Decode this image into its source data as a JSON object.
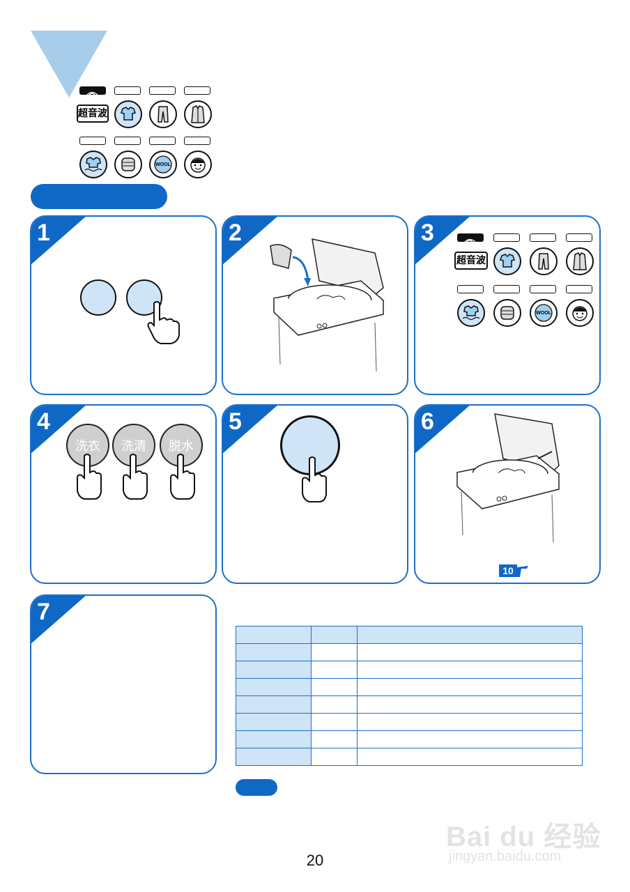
{
  "panels": [
    {
      "number": "1"
    },
    {
      "number": "2"
    },
    {
      "number": "3"
    },
    {
      "number": "4"
    },
    {
      "number": "5"
    },
    {
      "number": "6"
    },
    {
      "number": "7"
    }
  ],
  "top_panel": {
    "ultrasonic_label": "超音波"
  },
  "panel3": {
    "ultrasonic_label": "超音波"
  },
  "icons": {
    "wool_label": "WOOL"
  },
  "panel4": {
    "buttons": [
      "洗衣",
      "洗清",
      "脱水"
    ]
  },
  "panel6": {
    "ref_page": "10"
  },
  "page_number": "20",
  "watermark": {
    "line1": "Bai du 经验",
    "line2": "jingyan.baidu.com"
  },
  "colors": {
    "accent": "#0f67c6",
    "light_blue": "#cfe4f6",
    "corner": "#a8cdea"
  }
}
